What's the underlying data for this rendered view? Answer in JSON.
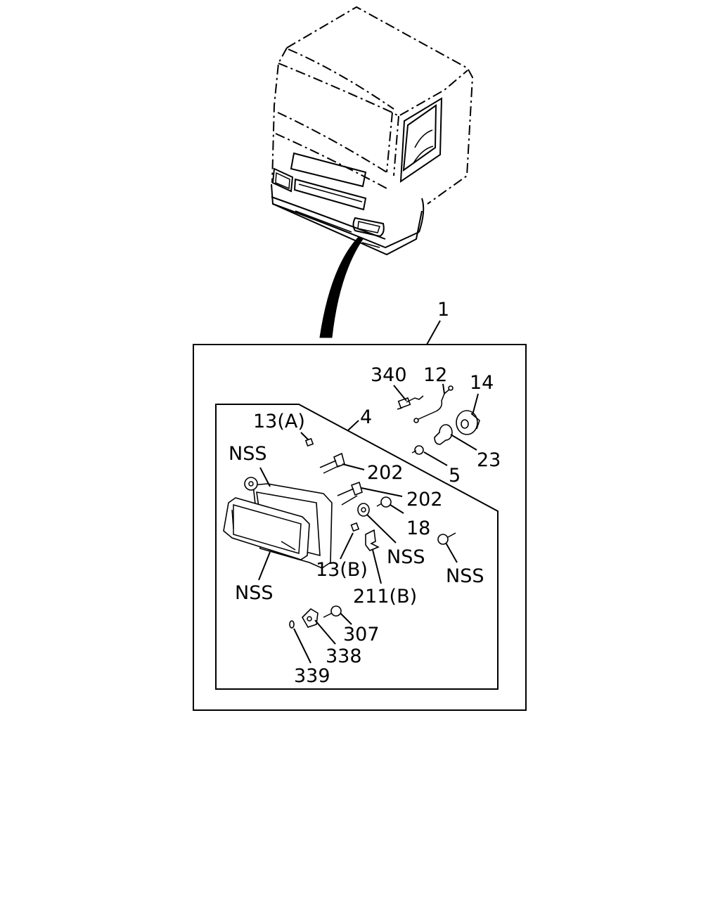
{
  "callouts": {
    "c1": "1",
    "c4": "4",
    "c340": "340",
    "c12": "12",
    "c14": "14",
    "c13a": "13(A)",
    "c23": "23",
    "c5": "5",
    "nss_top": "NSS",
    "c202a": "202",
    "c202b": "202",
    "c18": "18",
    "nss_mid": "NSS",
    "nss_right": "NSS",
    "c13b": "13(B)",
    "nss_bottom": "NSS",
    "c211b": "211(B)",
    "c307": "307",
    "c338": "338",
    "c339": "339"
  }
}
